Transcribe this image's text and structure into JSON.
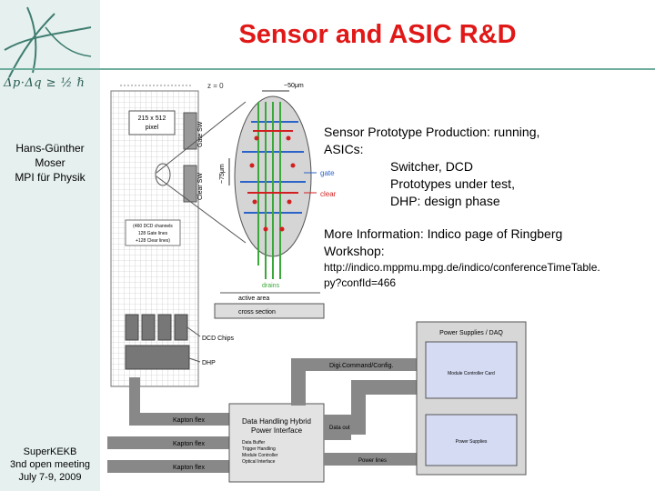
{
  "slide": {
    "title": "Sensor and ASIC R&D",
    "logo_text": "Δp·Δq ≥ ½ ℏ",
    "author": {
      "name_line1": "Hans-Günther",
      "name_line2": "Moser",
      "institute": "MPI für Physik"
    },
    "event": {
      "line1": "SuperKEKB",
      "line2": "3nd open meeting",
      "line3": "July 7-9, 2009"
    }
  },
  "info": {
    "line1": "Sensor Prototype Production: running,",
    "line2": "ASICs:",
    "asic1": "Switcher, DCD",
    "asic2": "Prototypes under test,",
    "asic3": "DHP: design phase",
    "more1": "More Information: Indico page of Ringberg",
    "more2": "Workshop:",
    "url1": "http://indico.mppmu.mpg.de/indico/conferenceTimeTable.",
    "url2": "py?confId=466"
  },
  "diagram": {
    "z_label": "z = 0",
    "pixel_line1": "215 x 512",
    "pixel_line2": "pixel",
    "gate_sw": "Gate SW",
    "clear_sw": "Clear SW",
    "dcd_note1": "(460 DCD channels",
    "dcd_note2": "128 Gate lines",
    "dcd_note3": "+128 Clear lines)",
    "dim_50": "~50μm",
    "dim_75": "~75μm",
    "gate_label": "gate",
    "clear_label": "clear",
    "drains_label": "drains",
    "active_area": "active area",
    "cross_section": "cross section",
    "dcd_chips": "DCD Chips",
    "dhp": "DHP",
    "kapton1": "Kapton flex",
    "kapton2": "Kapton flex",
    "kapton3": "Kapton flex",
    "dhh_title1": "Data Handling Hybrid",
    "dhh_title2": "Power Interface",
    "dhh_items": [
      "Data Buffer",
      "Trigger Handling",
      "Module Controller",
      "Optical Interface"
    ],
    "data_out": "Data out",
    "digi_cmd": "Digi.Command/Config.",
    "power_lines": "Power lines",
    "ps_daq": "Power Supplies / DAQ",
    "module_controller": "Module Controller Card",
    "power_supplies": "Power Supplies"
  },
  "colors": {
    "title": "#e01818",
    "sidebar": "#e6f1ef",
    "gate": "#2b63c8",
    "clear": "#d22020",
    "drains": "#3aa83a"
  }
}
